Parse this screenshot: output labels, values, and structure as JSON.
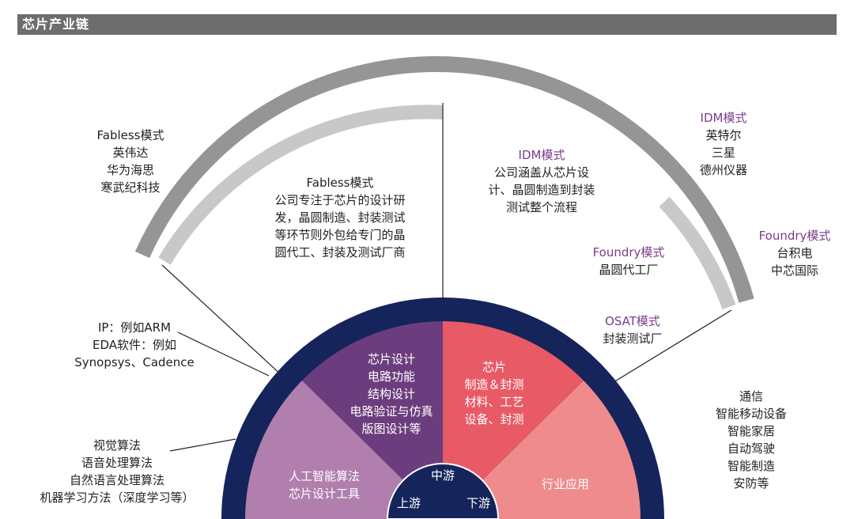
{
  "header": {
    "title": "芯片产业链"
  },
  "top_left_outer": {
    "mode": "Fabless模式",
    "companies": [
      "英伟达",
      "华为海思",
      "寒武纪科技"
    ]
  },
  "fabless_desc": {
    "mode": "Fabless模式",
    "lines": [
      "公司专注于芯片的设计研",
      "发，晶圆制造、封装测试",
      "等环节则外包给专门的晶",
      "圆代工、封装及测试厂商"
    ]
  },
  "idm_desc": {
    "mode": "IDM模式",
    "lines": [
      "公司涵盖从芯片设",
      "计、晶圆制造到封装",
      "测试整个流程"
    ]
  },
  "idm_outer": {
    "mode": "IDM模式",
    "companies": [
      "英特尔",
      "三星",
      "德州仪器"
    ]
  },
  "foundry_inner": {
    "mode": "Foundry模式",
    "lines": [
      "晶圆代工厂"
    ]
  },
  "foundry_outer": {
    "mode": "Foundry模式",
    "companies": [
      "台积电",
      "中芯国际"
    ]
  },
  "osat": {
    "mode": "OSAT模式",
    "lines": [
      "封装测试厂"
    ]
  },
  "ip_eda": {
    "lines": [
      "IP：例如ARM",
      "EDA软件：例如",
      "Synopsys、Cadence"
    ]
  },
  "algorithms": {
    "lines": [
      "视觉算法",
      "语音处理算法",
      "自然语言处理算法",
      "机器学习方法（深度学习等）"
    ]
  },
  "applications": {
    "lines": [
      "通信",
      "智能移动设备",
      "智能家居",
      "自动驾驶",
      "智能制造",
      "安防等"
    ]
  },
  "chip_design": {
    "lines": [
      "芯片设计",
      "电路功能",
      "结构设计",
      "电路验证与仿真",
      "版图设计等"
    ]
  },
  "chip_mfg": {
    "lines": [
      "芯片",
      "制造＆封测",
      "材料、工艺",
      "设备、封测"
    ]
  },
  "ai_tools": {
    "lines": [
      "人工智能算法",
      "芯片设计工具"
    ]
  },
  "industry_app": {
    "label": "行业应用"
  },
  "center": {
    "mid": "中游",
    "up": "上游",
    "down": "下游"
  },
  "colors": {
    "navy": "#15245a",
    "design_purple": "#6c3d7e",
    "light_purple": "#b07fae",
    "red": "#e85a66",
    "pink": "#ef8b8c",
    "arc_dark": "#959595",
    "arc_light": "#c8c8c8",
    "mode_purple": "#7b3b8c"
  }
}
